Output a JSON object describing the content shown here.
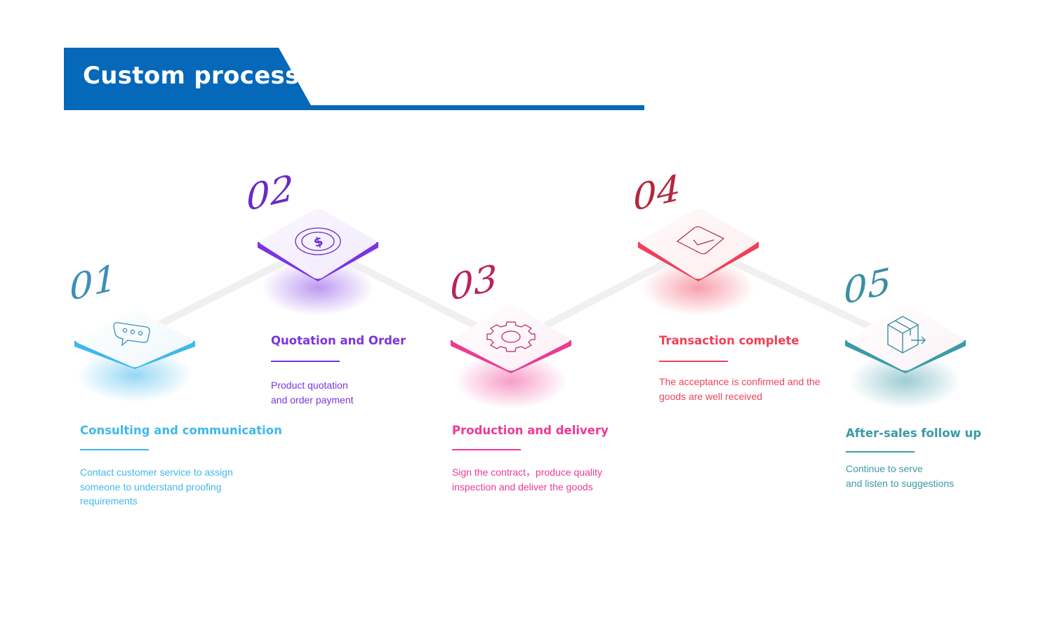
{
  "header": {
    "title": "Custom process",
    "color": "#0568b8"
  },
  "steps": [
    {
      "number": "01",
      "title": "Consulting and communication",
      "desc": [
        "Contact customer service to assign",
        "someone to understand proofing",
        "requirements"
      ],
      "color": "#3fb8ec",
      "number_color": "#3a8fb8",
      "icon": "chat-bubble-icon"
    },
    {
      "number": "02",
      "title": "Quotation and Order",
      "desc": [
        "Product quotation",
        "and order payment"
      ],
      "color": "#7a34e2",
      "number_color": "#6a2ac8",
      "icon": "dollar-coin-icon"
    },
    {
      "number": "03",
      "title": "Production and delivery",
      "desc": [
        "Sign the contract，produce quality",
        "inspection and deliver the goods"
      ],
      "color": "#ee3a92",
      "number_color": "#b8245e",
      "icon": "gear-icon"
    },
    {
      "number": "04",
      "title": "Transaction complete",
      "desc": [
        "The acceptance is confirmed and the",
        "goods are well received"
      ],
      "color": "#f0405a",
      "number_color": "#b02a3e",
      "icon": "checked-envelope-icon"
    },
    {
      "number": "05",
      "title": "After-sales follow up",
      "desc": [
        "Continue to serve",
        "and listen to suggestions"
      ],
      "color": "#3b9aa8",
      "number_color": "#3b8fa3",
      "icon": "package-box-icon"
    }
  ]
}
